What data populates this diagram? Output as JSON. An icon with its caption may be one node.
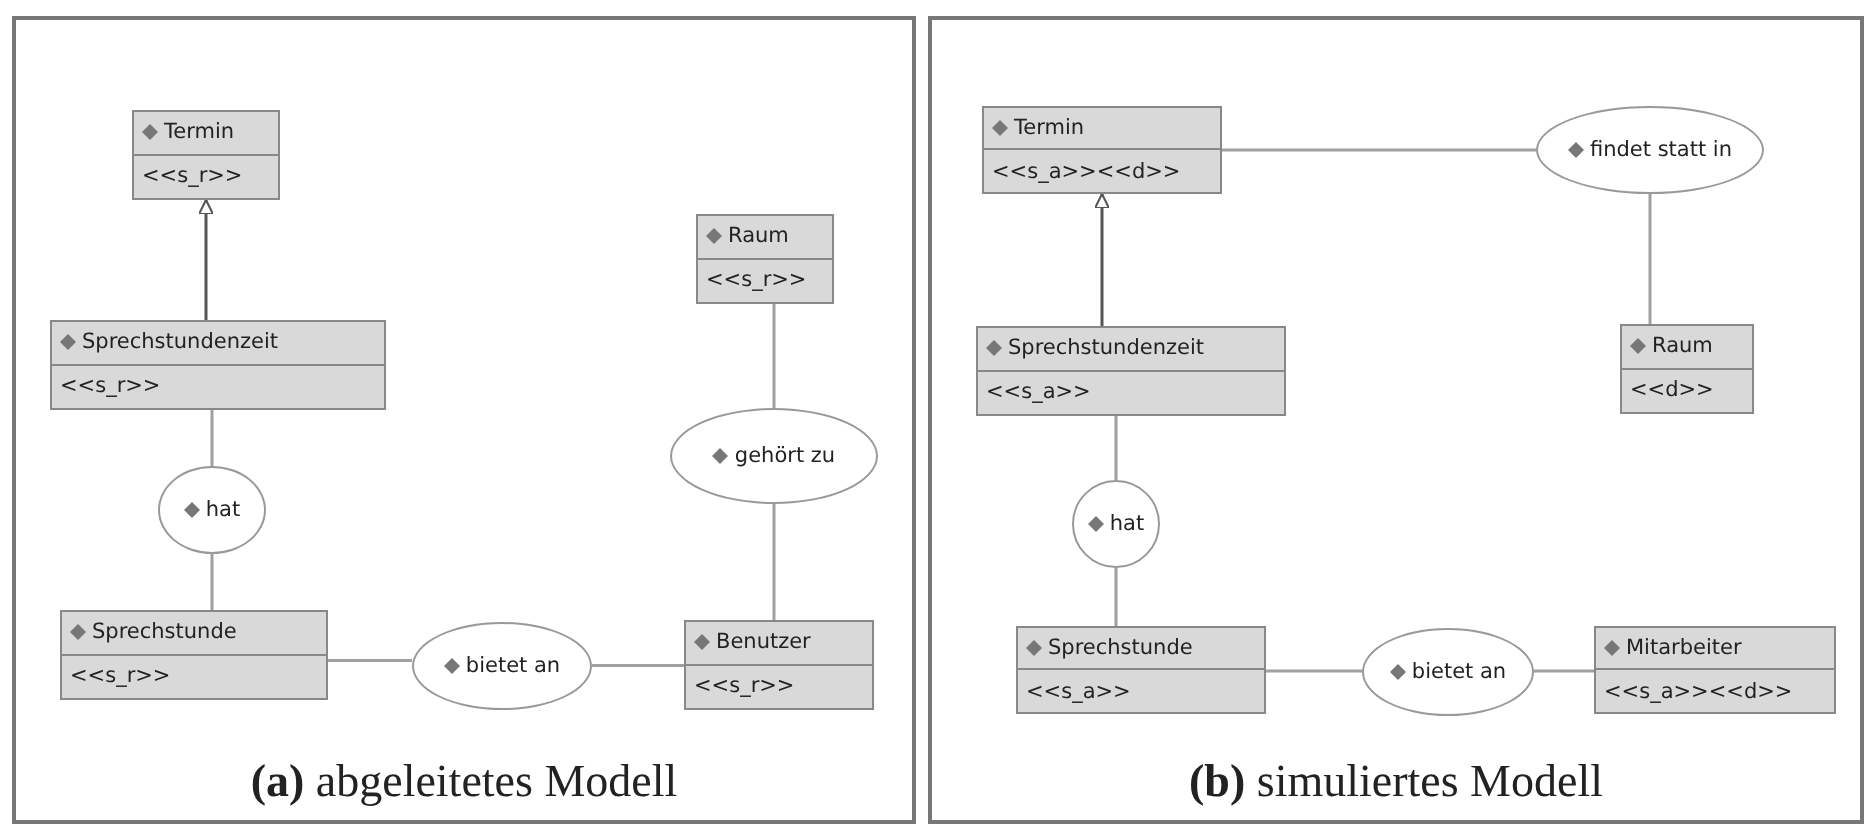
{
  "diagram": {
    "nodes": [
      {
        "text": [
          "**(a)** abgeleitetes Modell"
        ]
      },
      {
        "text": [
          "Termin",
          "<<s_r>>"
        ],
        "in": 0
      },
      {
        "text": [
          "Raum",
          "<<s_r>>"
        ],
        "in": 0
      },
      {
        "text": [
          "Sprechstundenzeit",
          "<<s_r>>"
        ],
        "in": 0
      },
      {
        "text": [
          "hat"
        ],
        "in": 0
      },
      {
        "text": [
          "gehört zu"
        ],
        "in": 0
      },
      {
        "text": [
          "Sprechstunde",
          "<<s_r>>"
        ],
        "in": 0
      },
      {
        "text": [
          "bietet an"
        ],
        "in": 0
      },
      {
        "text": [
          "Benutzer",
          "<<s_r>>"
        ],
        "in": 0
      },
      {
        "text": [
          "**(b)** simuliertes Modell"
        ]
      },
      {
        "text": [
          "Termin",
          "<<s_a>><<d>>"
        ],
        "in": 9
      },
      {
        "text": [
          "findet statt in"
        ],
        "in": 9
      },
      {
        "text": [
          "Sprechstundenzeit",
          "<<s_a>>"
        ],
        "in": 9
      },
      {
        "text": [
          "Raum",
          "<<d>>"
        ],
        "in": 9
      },
      {
        "text": [
          "hat"
        ],
        "in": 9
      },
      {
        "text": [
          "Sprechstunde",
          "<<s_a>>"
        ],
        "in": 9
      },
      {
        "text": [
          "bietet an"
        ],
        "in": 9
      },
      {
        "text": [
          "Mitarbeiter",
          "<<s_a>><<d>>"
        ],
        "in": 9
      }
    ],
    "edges": [
      {
        "from": 3,
        "to": 1,
        "arrow": "to",
        "color": "#555555"
      },
      {
        "from": 3,
        "to": 4,
        "arrow": "none"
      },
      {
        "from": 4,
        "to": 6,
        "arrow": "none"
      },
      {
        "from": 6,
        "to": 7,
        "arrow": "none"
      },
      {
        "from": 7,
        "to": 8,
        "arrow": "none"
      },
      {
        "from": 2,
        "to": 5,
        "arrow": "none"
      },
      {
        "from": 5,
        "to": 8,
        "arrow": "none"
      },
      {
        "from": 12,
        "to": 10,
        "arrow": "to",
        "color": "#555555"
      },
      {
        "from": 10,
        "to": 11,
        "arrow": "none"
      },
      {
        "from": 11,
        "to": 13,
        "arrow": "none"
      },
      {
        "from": 12,
        "to": 14,
        "arrow": "none"
      },
      {
        "from": 14,
        "to": 15,
        "arrow": "none"
      },
      {
        "from": 15,
        "to": 16,
        "arrow": "none"
      },
      {
        "from": 16,
        "to": 17,
        "arrow": "none"
      }
    ]
  }
}
